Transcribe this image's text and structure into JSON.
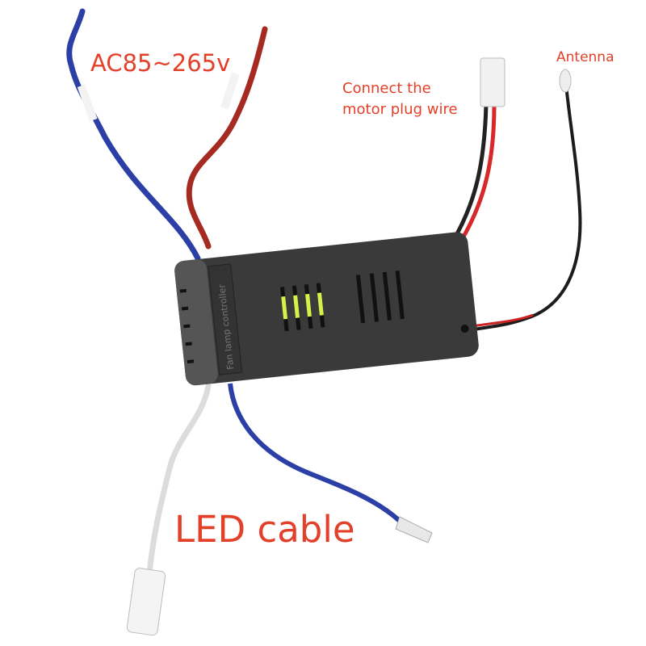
{
  "colors": {
    "label": "#e3402a",
    "body": "#3a3a3a",
    "blue_wire": "#2b3fa6",
    "red_wire": "#a52a22",
    "led_light": "#d8f04a"
  },
  "labels": {
    "power": "AC85~265v",
    "motor_line1": "Connect the",
    "motor_line2": "motor plug wire",
    "antenna": "Antenna",
    "led": "LED cable"
  },
  "device": {
    "printed_text": "Fan lamp controller"
  }
}
